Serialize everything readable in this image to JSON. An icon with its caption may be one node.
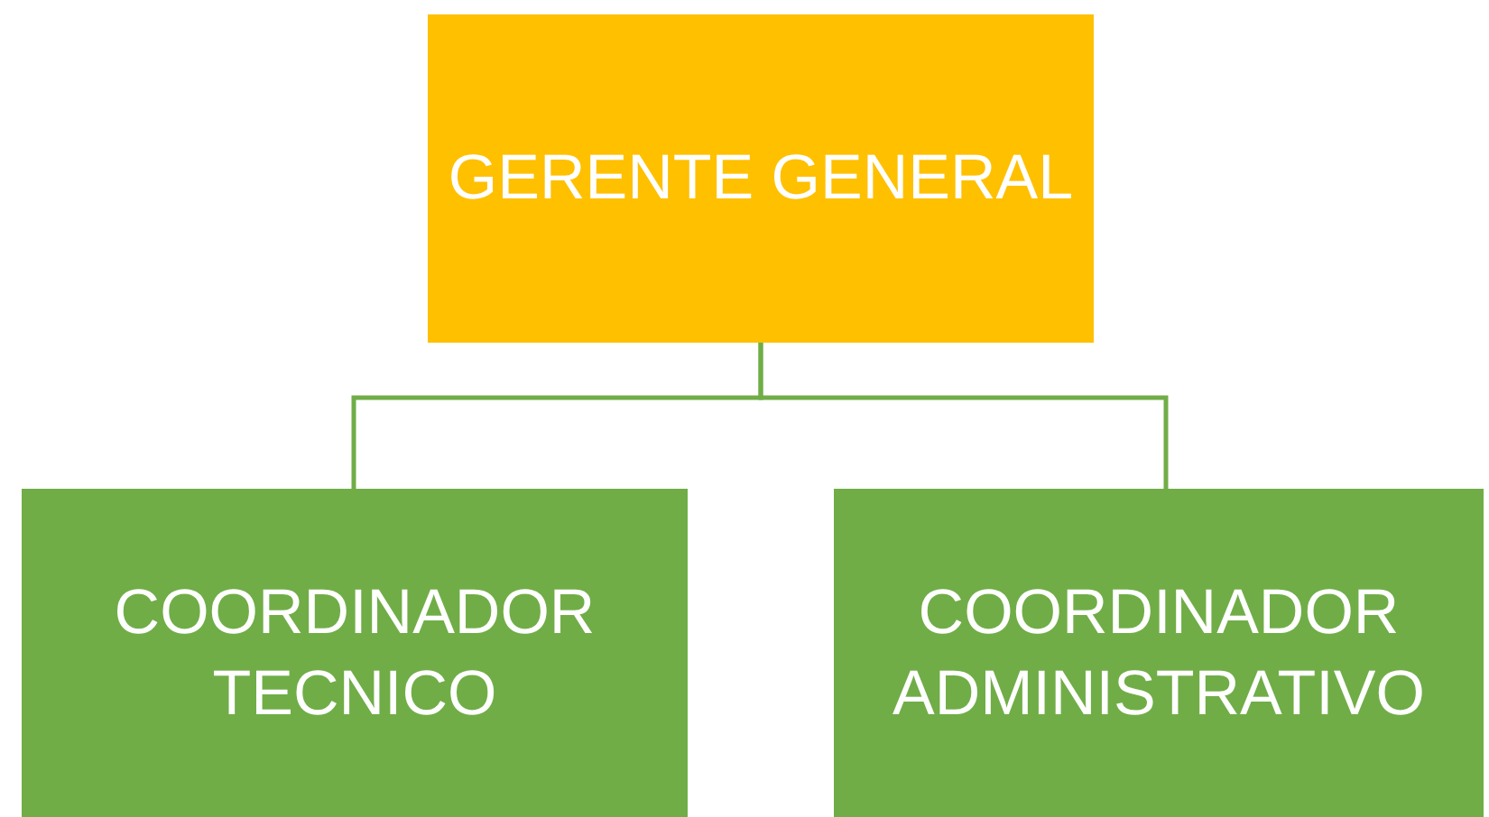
{
  "diagram": {
    "nodes": [
      {
        "text": [
          "GERENTE GENERAL"
        ]
      },
      {
        "text": [
          "COORDINADOR TECNICO"
        ]
      },
      {
        "text": [
          "COORDINADOR ADMINISTRATIVO"
        ]
      }
    ],
    "edges": [
      {
        "from": 0,
        "to": 1,
        "arrow": "none"
      },
      {
        "from": 0,
        "to": 2,
        "arrow": "none"
      }
    ]
  }
}
